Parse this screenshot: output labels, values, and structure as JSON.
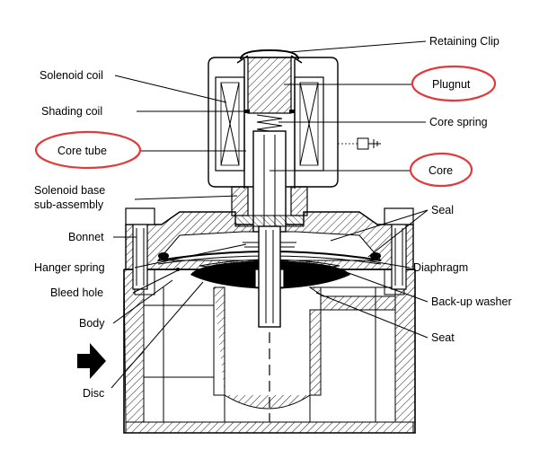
{
  "diagram": {
    "highlight_color": "#e03a3a",
    "labels": {
      "retaining_clip": "Retaining Clip",
      "solenoid_coil": "Solenoid coil",
      "plugnut": "Plugnut",
      "shading_coil": "Shading coil",
      "core_spring": "Core spring",
      "core_tube": "Core tube",
      "core": "Core",
      "solenoid_base_1": "Solenoid base",
      "solenoid_base_2": "sub-assembly",
      "seal": "Seal",
      "bonnet": "Bonnet",
      "hanger_spring": "Hanger spring",
      "diaphragm": "Diaphragm",
      "bleed_hole": "Bleed hole",
      "backup_washer": "Back-up washer",
      "body": "Body",
      "seat": "Seat",
      "disc": "Disc"
    },
    "icons": {
      "flow_arrow": "flow-direction-arrow-icon"
    }
  }
}
